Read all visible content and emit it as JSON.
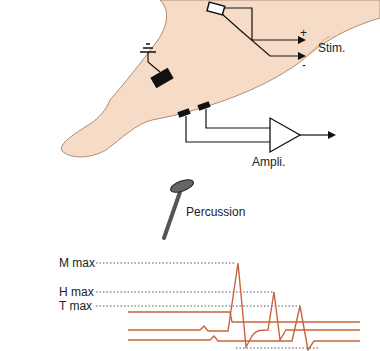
{
  "diagram": {
    "labels": [
      "Stim.",
      "+",
      "-",
      "Ampli.",
      "Percussion",
      "M max",
      "H max",
      "T max"
    ]
  }
}
